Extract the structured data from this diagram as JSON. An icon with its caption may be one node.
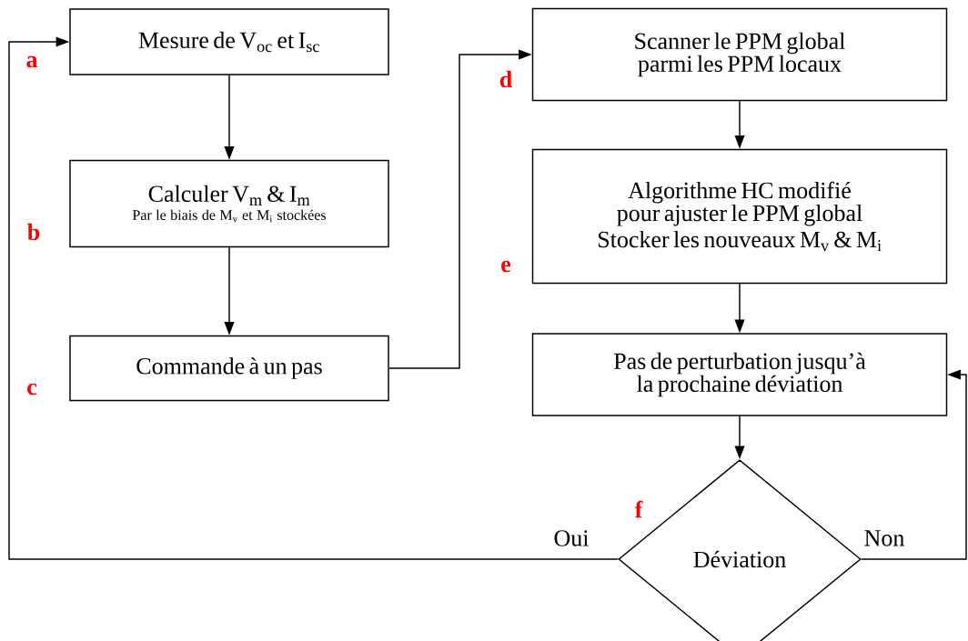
{
  "diagram": {
    "nodes": [
      {
        "text": [
          "Mesure de V$_{oc}$ et I$_{sc}$"
        ]
      },
      {
        "text": [
          "Calculer V$_{m}$ & I$_{m}$",
          "Par le biais de M$_{v}$ et M$_{i}$ stockées"
        ]
      },
      {
        "text": [
          "Commande à un pas"
        ]
      },
      {
        "text": [
          "Scanner le PPM global parmi les PPM locaux"
        ]
      },
      {
        "text": [
          "Algorithme HC modifié pour ajuster le PPM global",
          "Stocker les nouveaux M$_{v}$ & M$_{i}$"
        ]
      },
      {
        "text": [
          "Pas de perturbation jusqu’à la prochaine déviation"
        ]
      },
      {
        "text": [
          "Déviation"
        ]
      }
    ],
    "edges": [
      {
        "from": 0,
        "to": 1,
        "arrow": "to"
      },
      {
        "from": 1,
        "to": 2,
        "arrow": "to"
      },
      {
        "from": 2,
        "to": 3,
        "arrow": "to"
      },
      {
        "from": 3,
        "to": 4,
        "arrow": "to"
      },
      {
        "from": 4,
        "to": 5,
        "arrow": "to"
      },
      {
        "from": 5,
        "to": 6,
        "arrow": "to"
      },
      {
        "from": 6,
        "to": 0,
        "arrow": "to",
        "label": "Oui"
      },
      {
        "from": 6,
        "to": 5,
        "arrow": "to",
        "label": "Non"
      }
    ],
    "labels": [
      "a",
      "d",
      "b",
      "e",
      "c",
      "f"
    ]
  }
}
